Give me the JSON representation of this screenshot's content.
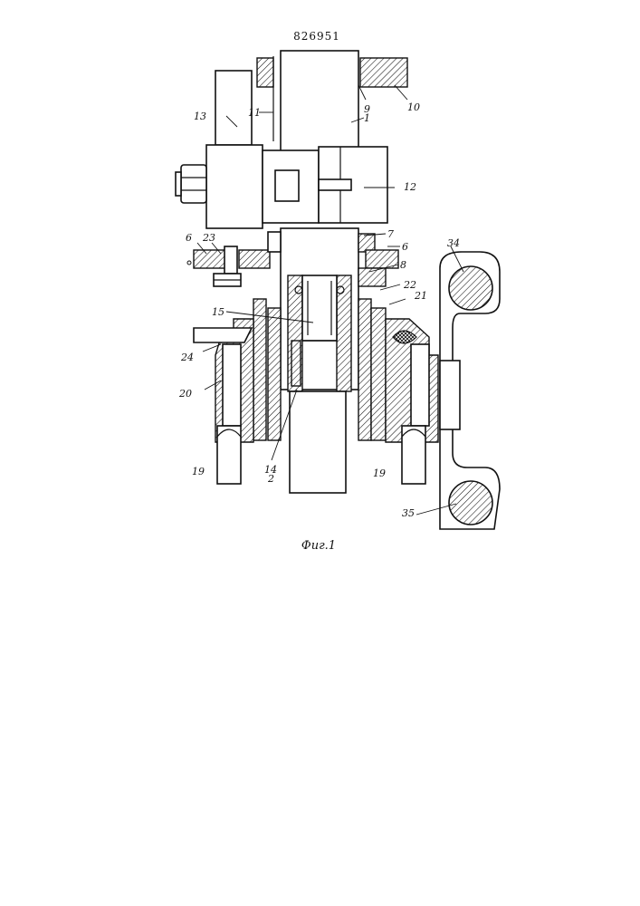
{
  "document": {
    "patent_number": "826951",
    "caption": "Фиг.1"
  },
  "labels": {
    "l1": "1",
    "l2": "2",
    "l6a": "6",
    "l6b": "6",
    "l7": "7",
    "l8": "8",
    "l9": "9",
    "l10": "10",
    "l11": "11",
    "l12": "12",
    "l13": "13",
    "l14": "14",
    "l15": "15",
    "l19a": "19",
    "l19b": "19",
    "l20": "20",
    "l21": "21",
    "l22": "22",
    "l23": "23",
    "l24": "24",
    "l34": "34",
    "l35": "35"
  }
}
